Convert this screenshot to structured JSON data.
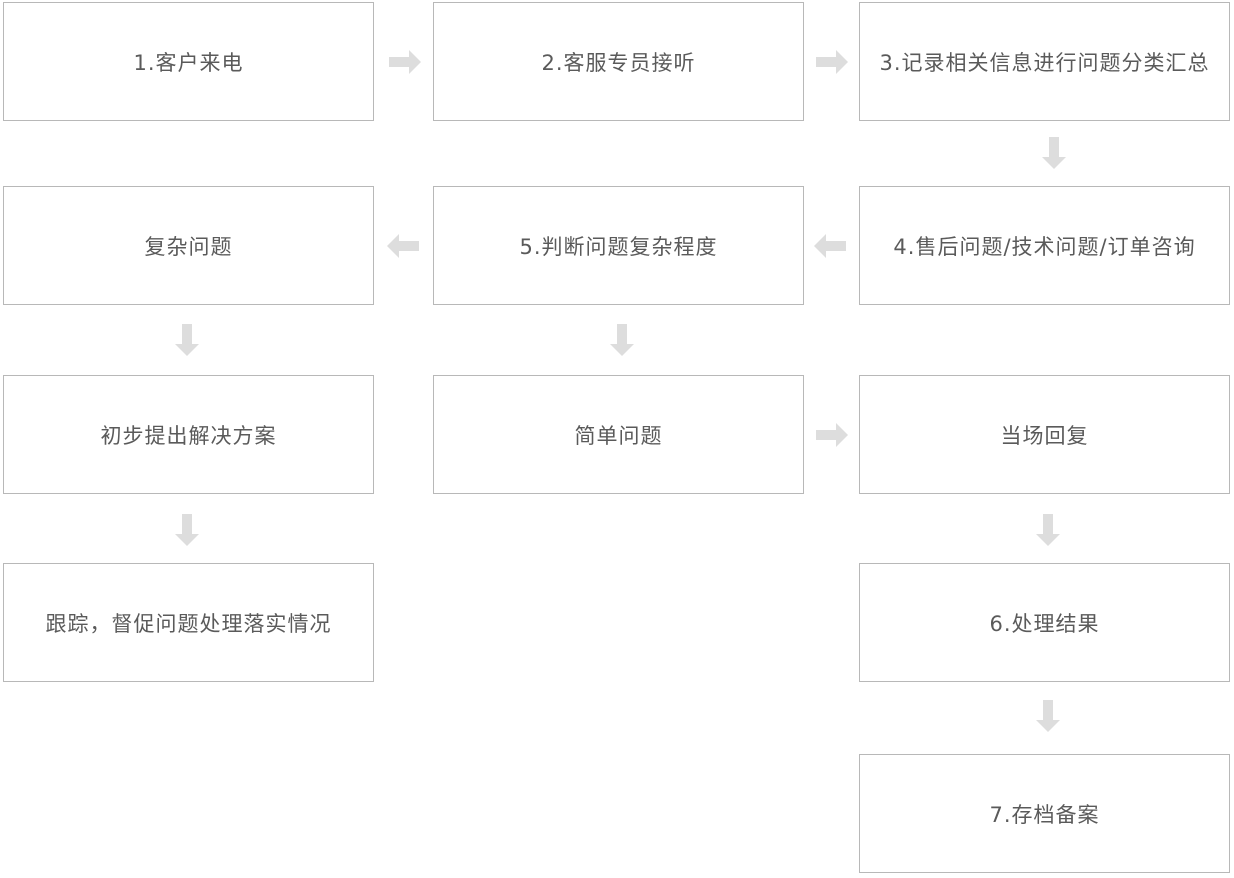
{
  "arrow_color": "#dddddd",
  "border_color": "#b8b8b8",
  "text_color": "#5a5a5a",
  "nodes": {
    "customer_call": "1.客户来电",
    "service_answer": "2.客服专员接听",
    "record_classify": "3.记录相关信息进行问题分类汇总",
    "question_types": "4.售后问题/技术问题/订单咨询",
    "judge_complexity": "5.判断问题复杂程度",
    "complex_problem": "复杂问题",
    "simple_problem": "简单问题",
    "initial_solution": "初步提出解决方案",
    "reply_on_spot": "当场回复",
    "track_supervise": "跟踪，督促问题处理落实情况",
    "process_result": "6.处理结果",
    "archive": "7.存档备案"
  }
}
